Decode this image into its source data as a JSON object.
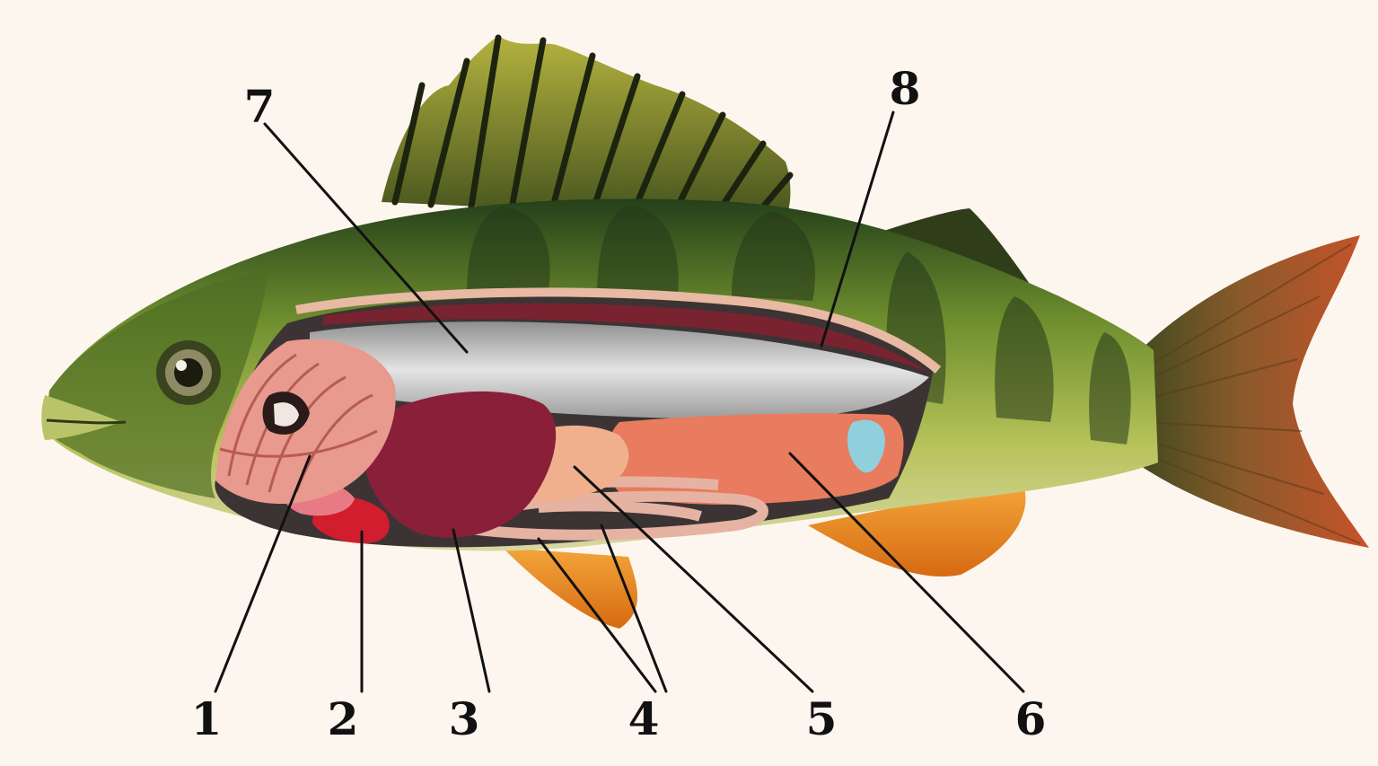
{
  "labels": [
    "1",
    "2",
    "3",
    "4",
    "5",
    "6",
    "7",
    "8"
  ],
  "colors": {
    "background": "#fdf6ee",
    "body_green": "#7f9a36",
    "back_dark": "#2f4a1c",
    "belly": "#c9cf8a",
    "fin_orange": "#e28a1f",
    "tail_red": "#c8522a",
    "swim_bladder": "#c4c4c4",
    "gills": "#e79a8d",
    "heart": "#d11d2d",
    "liver": "#8a1f3a",
    "intestine": "#e6b3a3",
    "stomach": "#f0b08e",
    "gonad": "#e97b5e",
    "kidney": "#7a2330",
    "bladder": "#8fd0dc"
  },
  "icons": {
    "eye": "fish-eye-icon"
  }
}
